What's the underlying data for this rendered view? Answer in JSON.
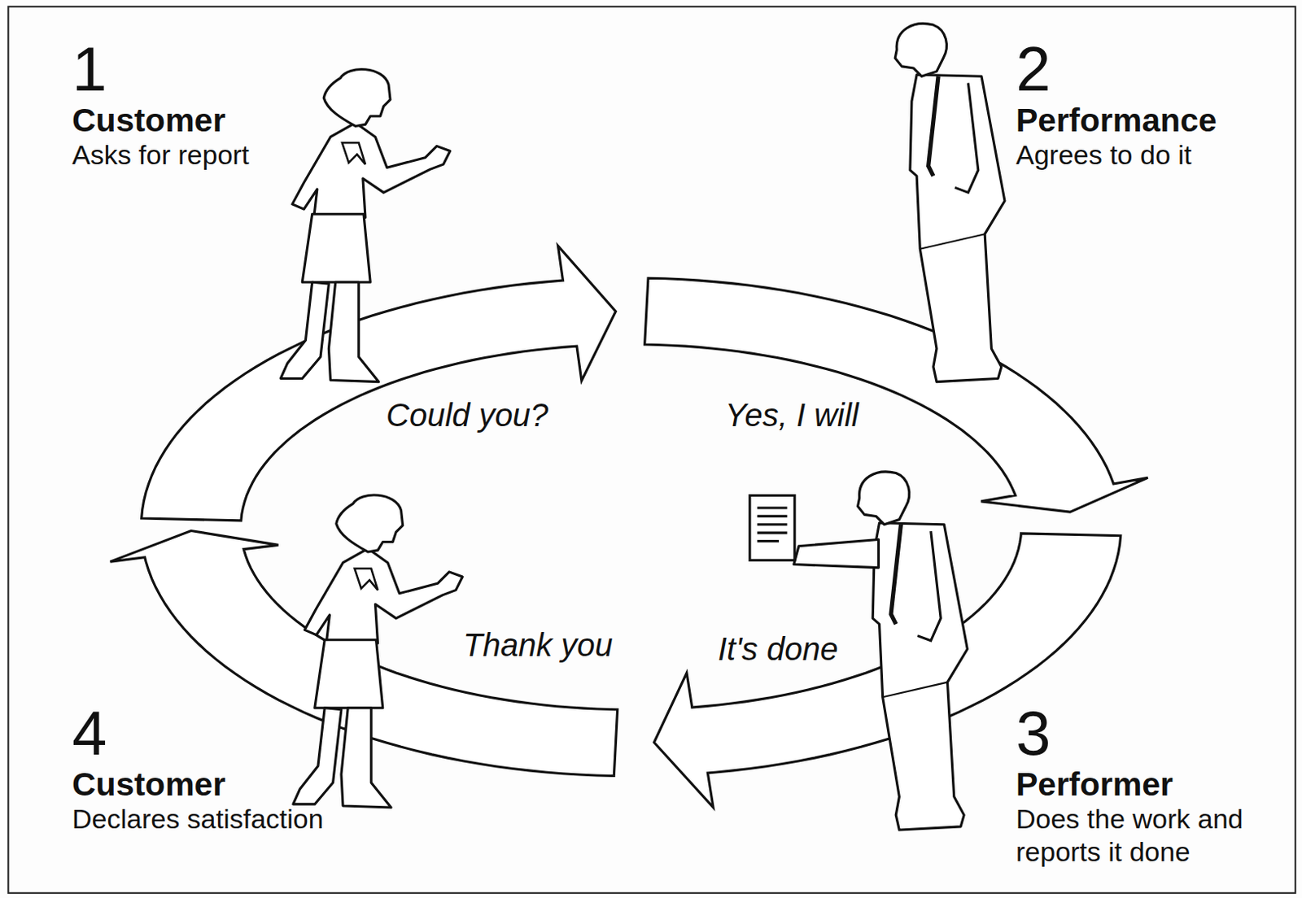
{
  "diagram": {
    "nodes": [
      {
        "text": [
          "1",
          "Customer",
          "Asks for report"
        ]
      },
      {
        "text": [
          "2",
          "Performance",
          "Agrees to do it"
        ]
      },
      {
        "text": [
          "3",
          "Performer",
          "Does the work and reports it done"
        ]
      },
      {
        "text": [
          "4",
          "Customer",
          "Declares satisfaction"
        ]
      }
    ],
    "edges": [
      {
        "from": 0,
        "to": 1,
        "arrow": "to",
        "label": "Could you?"
      },
      {
        "from": 1,
        "to": 2,
        "arrow": "to",
        "label": "Yes, I will"
      },
      {
        "from": 2,
        "to": 3,
        "arrow": "to",
        "label": "It's done"
      },
      {
        "from": 3,
        "to": 0,
        "arrow": "to",
        "label": "Thank you"
      }
    ]
  }
}
